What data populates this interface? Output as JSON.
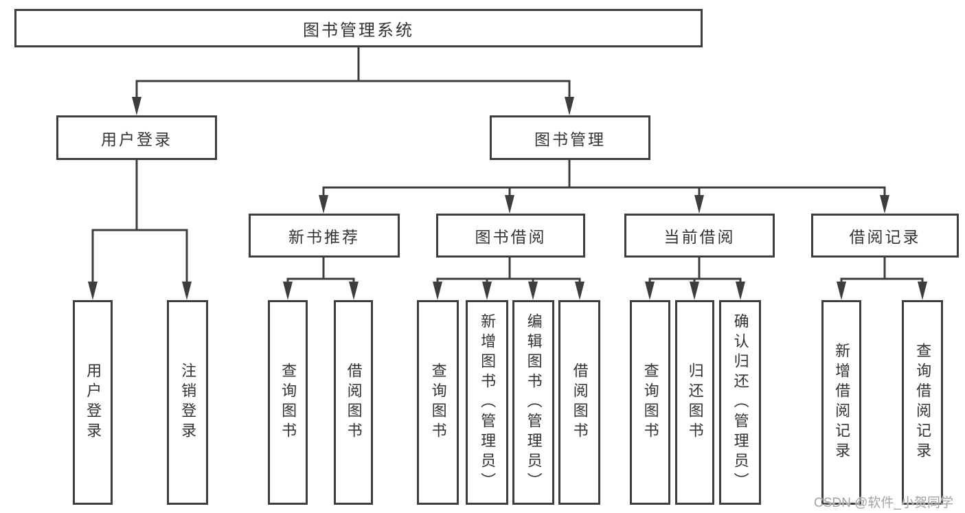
{
  "diagram": {
    "title_box": "图书管理系统",
    "branches": [
      {
        "label": "用户登录",
        "children": [
          "用户登录",
          "注销登录"
        ]
      },
      {
        "label": "图书管理",
        "sections": [
          {
            "label": "新书推荐",
            "children": [
              "查询图书",
              "借阅图书"
            ]
          },
          {
            "label": "图书借阅",
            "children": [
              "查询图书",
              "新增图书（管理员）",
              "编辑图书（管理员）",
              "借阅图书"
            ]
          },
          {
            "label": "当前借阅",
            "children": [
              "查询图书",
              "归还图书",
              "确认归还（管理员）"
            ]
          },
          {
            "label": "借阅记录",
            "children": [
              "新增借阅记录",
              "查询借阅记录"
            ]
          }
        ]
      }
    ]
  },
  "watermark": "CSDN @软件_小贺同学",
  "colors": {
    "line": "#3d3d3d",
    "text": "#333333",
    "watermark": "#a3a3a3",
    "background": "#ffffff"
  }
}
